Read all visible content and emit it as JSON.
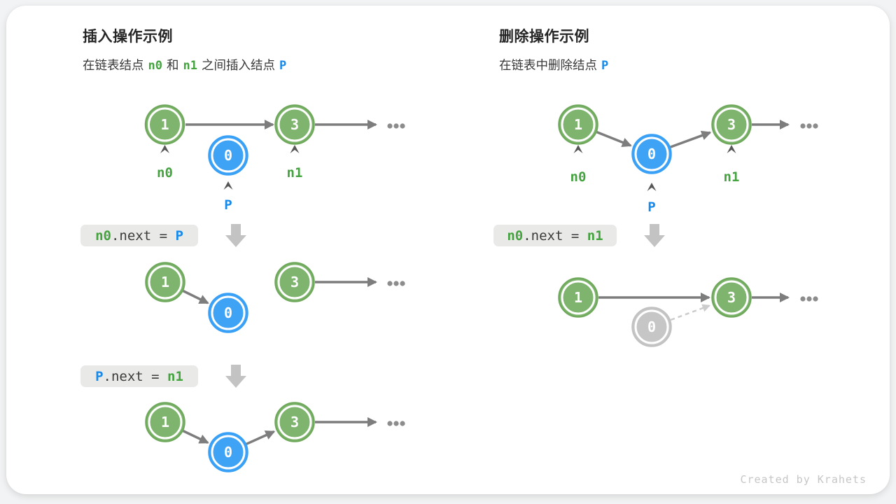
{
  "colors": {
    "green_node_fill": "#7eb46d",
    "green_node_stroke": "#6fa95c",
    "blue_node_fill": "#3ea2f5",
    "gray_node_fill": "#c6c6c6",
    "green_text": "#44a33f",
    "blue_text": "#1789e8",
    "arrow_gray": "#7d7d7d",
    "dashed_gray": "#cccccc",
    "code_box_bg": "#e9e9e7",
    "card_bg": "#ffffff",
    "page_bg": "#f2f3f4"
  },
  "insert_panel": {
    "title": "插入操作示例",
    "subtitle": {
      "seg1": "在链表结点",
      "n0": "n0",
      "seg2": "和",
      "n1": "n1",
      "seg3": "之间插入结点",
      "p": "P"
    },
    "code1": {
      "lhs": "n0",
      "mid": ".next = ",
      "rhs": "P"
    },
    "code2": {
      "lhs": "P",
      "mid": ".next = ",
      "rhs": "n1"
    },
    "labels": {
      "n0": "n0",
      "n1": "n1",
      "p": "P"
    },
    "nodes": {
      "v1": "1",
      "v0": "0",
      "v3": "3"
    },
    "ellipsis": "..."
  },
  "delete_panel": {
    "title": "删除操作示例",
    "subtitle": {
      "seg1": "在链表中删除结点",
      "p": "P"
    },
    "code1": {
      "lhs": "n0",
      "mid": ".next = ",
      "rhs": "n1"
    },
    "labels": {
      "n0": "n0",
      "n1": "n1",
      "p": "P"
    },
    "nodes": {
      "v1": "1",
      "v0": "0",
      "v3": "3"
    },
    "ellipsis": "..."
  },
  "footer": {
    "credit": "Created by Krahets"
  }
}
